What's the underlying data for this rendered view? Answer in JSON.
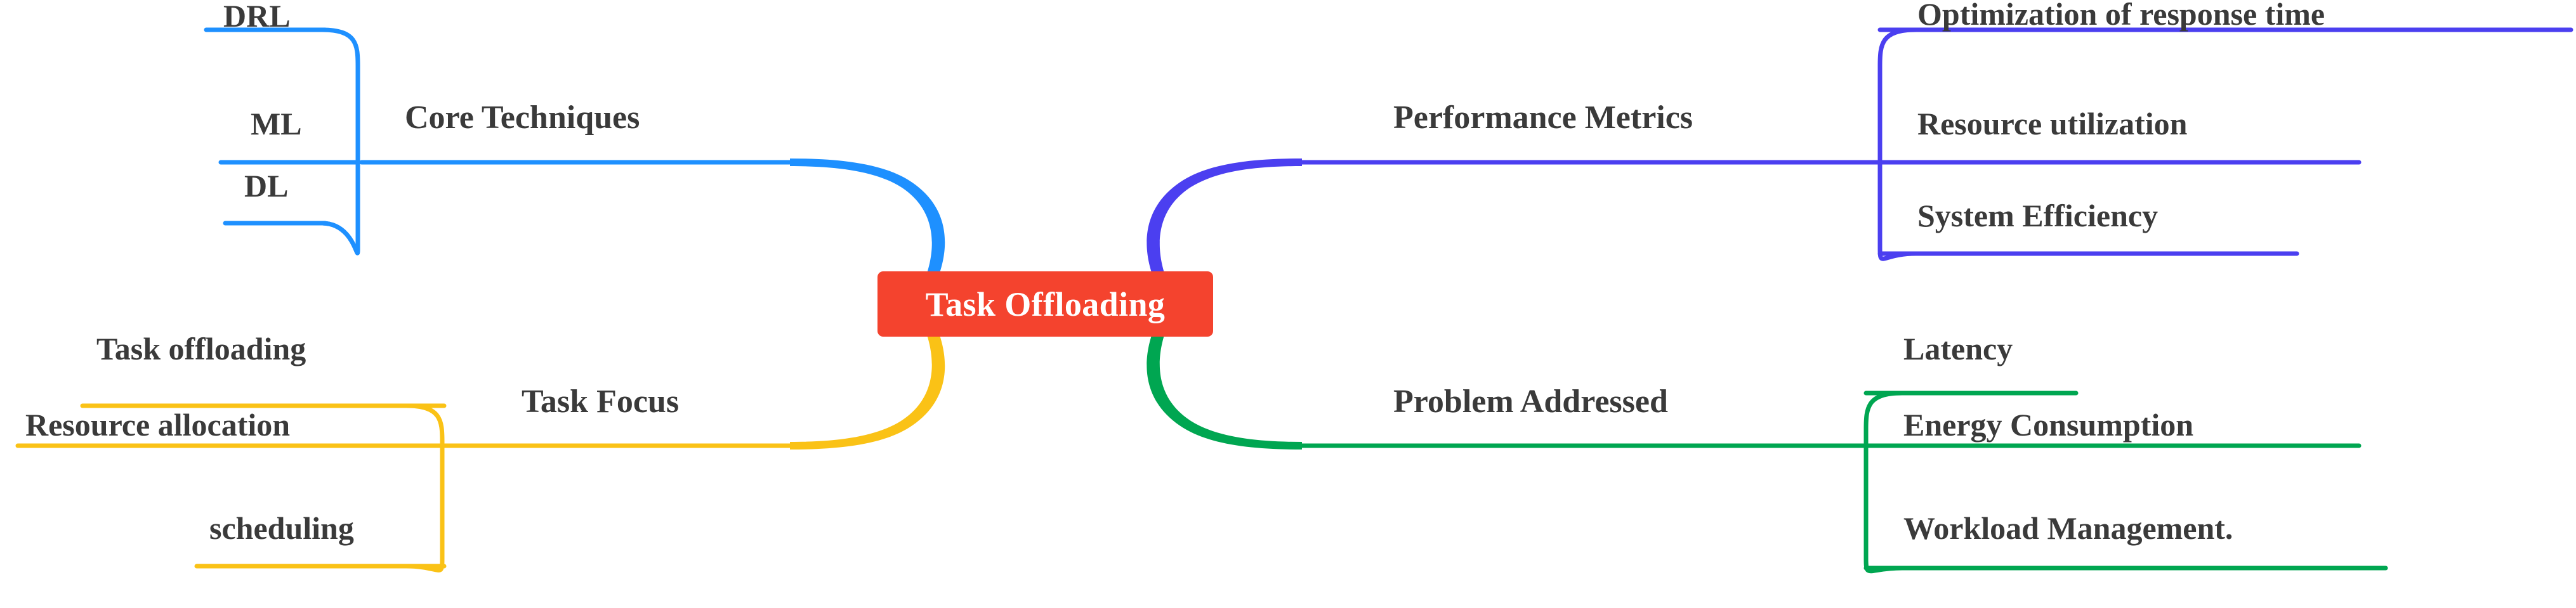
{
  "diagram": {
    "type": "mind-map",
    "title": "Task Offloading",
    "background_color": "#ffffff",
    "root": {
      "label": "Task Offloading",
      "fill_color": "#f4432e",
      "text_color": "#ffffff"
    },
    "branches": [
      {
        "id": "core-techniques",
        "label": "Core Techniques",
        "color": "#1e90ff",
        "side": "left",
        "position": "top",
        "children": [
          {
            "label": "DRL"
          },
          {
            "label": "ML"
          },
          {
            "label": "DL"
          }
        ]
      },
      {
        "id": "performance-metrics",
        "label": "Performance Metrics",
        "color": "#4b3ff0",
        "side": "right",
        "position": "top",
        "children": [
          {
            "label": "Optimization of response time"
          },
          {
            "label": "Resource utilization"
          },
          {
            "label": "System Efficiency"
          }
        ]
      },
      {
        "id": "task-focus",
        "label": "Task Focus",
        "color": "#fac216",
        "side": "left",
        "position": "bottom",
        "children": [
          {
            "label": "Task offloading"
          },
          {
            "label": "Resource allocation"
          },
          {
            "label": "scheduling"
          }
        ]
      },
      {
        "id": "problem-addressed",
        "label": "Problem Addressed",
        "color": "#00a651",
        "side": "right",
        "position": "bottom",
        "children": [
          {
            "label": "Latency"
          },
          {
            "label": "Energy Consumption"
          },
          {
            "label": "Workload Management."
          }
        ]
      }
    ]
  }
}
